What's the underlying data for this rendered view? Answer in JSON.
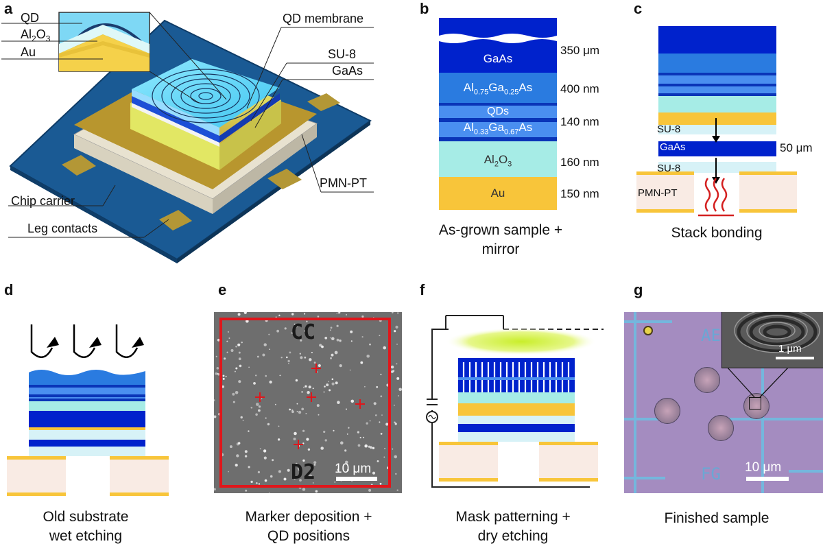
{
  "panel_labels": {
    "a": "a",
    "b": "b",
    "c": "c",
    "d": "d",
    "e": "e",
    "f": "f",
    "g": "g"
  },
  "panel_a": {
    "labels": {
      "qd": "QD",
      "al2o3_base": "Al",
      "al2o3_sub": "2",
      "al2o3_end": "O",
      "al2o3_sub2": "3",
      "au": "Au",
      "qd_membrane": "QD membrane",
      "su8": "SU-8",
      "gaas": "GaAs",
      "pmnpt": "PMN-PT",
      "chip_carrier": "Chip carrier",
      "leg_contacts": "Leg contacts"
    }
  },
  "panel_b": {
    "layers": {
      "gaas": "GaAs",
      "algaas_top_a": "Al",
      "algaas_top_b": "0.75",
      "algaas_top_c": "Ga",
      "algaas_top_d": "0.25",
      "algaas_top_e": "As",
      "qds": "QDs",
      "algaas_bot_a": "Al",
      "algaas_bot_b": "0.33",
      "algaas_bot_c": "Ga",
      "algaas_bot_d": "0.67",
      "algaas_bot_e": "As",
      "al2o3_a": "Al",
      "al2o3_b": "2",
      "al2o3_c": "O",
      "al2o3_d": "3",
      "au": "Au"
    },
    "thicknesses": {
      "gaas": "350 μm",
      "algaas": "400 nm",
      "qd": "140 nm",
      "al2o3": "160 nm",
      "au": "150 nm"
    },
    "caption_line1": "As-grown sample +",
    "caption_line2": "mirror"
  },
  "panel_c": {
    "su8_top": "SU-8",
    "gaas": "GaAs",
    "gaas_thickness": "50 μm",
    "su8_bottom": "SU-8",
    "pmnpt": "PMN-PT",
    "caption": "Stack bonding"
  },
  "panel_d": {
    "caption_line1": "Old substrate",
    "caption_line2": "wet etching"
  },
  "panel_e": {
    "marker_top": "CC",
    "marker_bottom": "D2",
    "scale": "10 μm",
    "caption_line1": "Marker deposition +",
    "caption_line2": "QD positions"
  },
  "panel_f": {
    "caption_line1": "Mask patterning +",
    "caption_line2": "dry etching"
  },
  "panel_g": {
    "scale_inset": "1 μm",
    "scale_main": "10 μm",
    "marker_ae": "AE",
    "marker_fg": "FG",
    "caption": "Finished sample"
  },
  "colors": {
    "gaas": "#0022cc",
    "algaas": "#2a7be0",
    "al2o3": "#a6ece6",
    "au": "#f8c53a",
    "su8": "#d7f2f7",
    "pmnpt": "#f9ebe4",
    "chip": "#1a5a94",
    "marker": "#e0161b"
  }
}
